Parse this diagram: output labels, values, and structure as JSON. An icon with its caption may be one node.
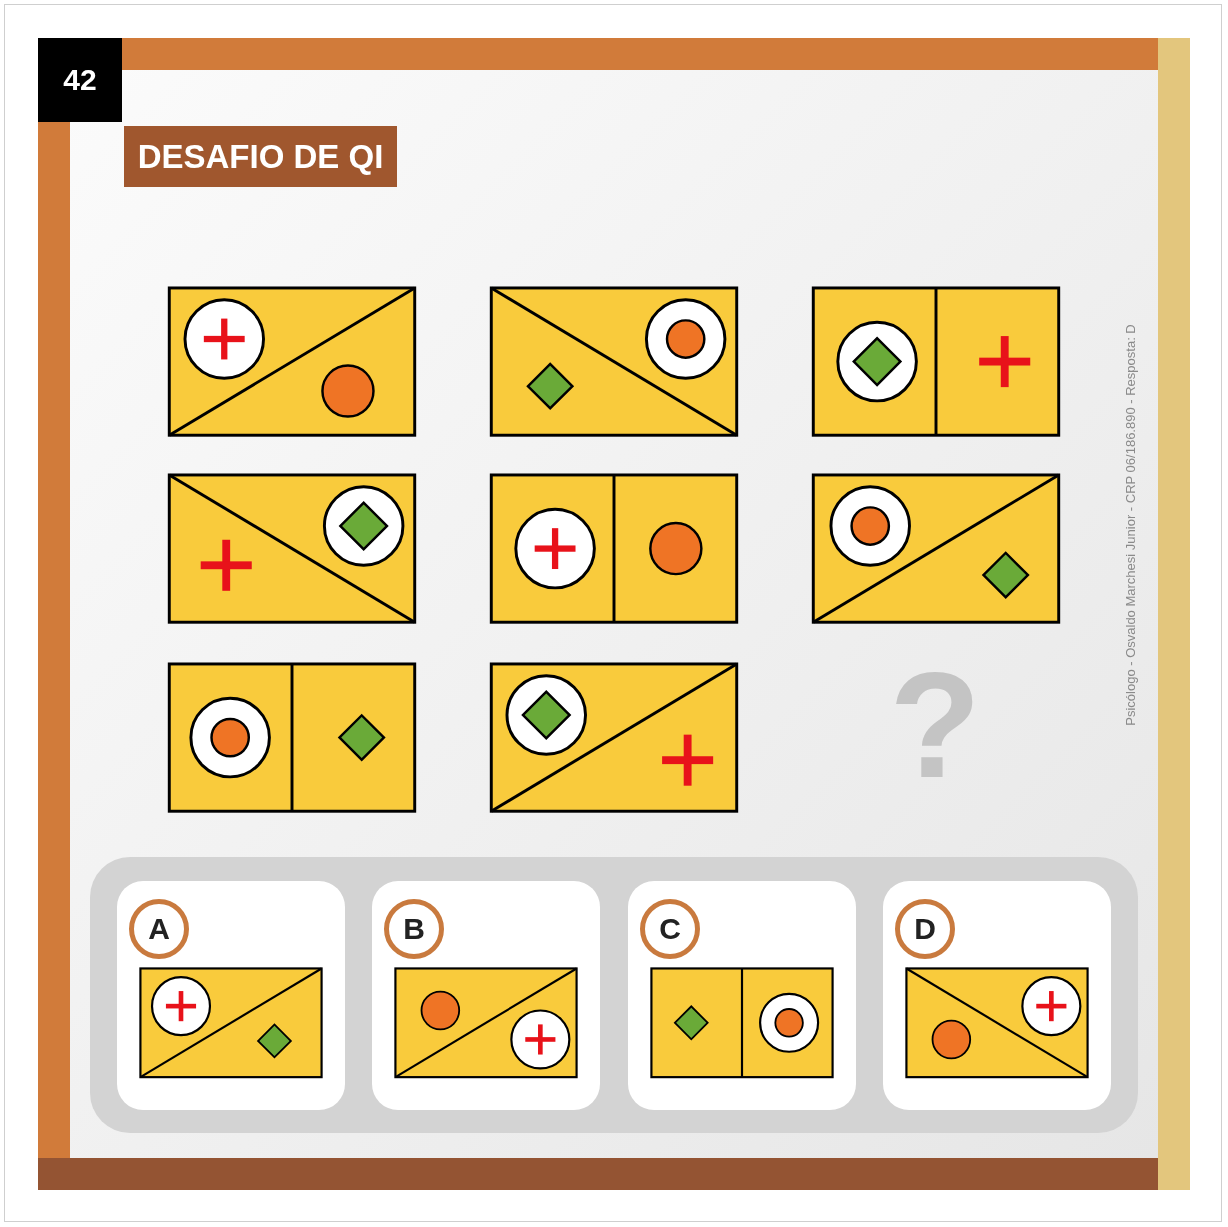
{
  "diagram": {
    "title": "DESAFIO DE QI",
    "labels": [
      "42",
      "?",
      "Psicólogo - Osvaldo Marchesi Junior - CRP 06/186.890 - Resposta: D",
      "A",
      "B",
      "C",
      "D"
    ]
  }
}
